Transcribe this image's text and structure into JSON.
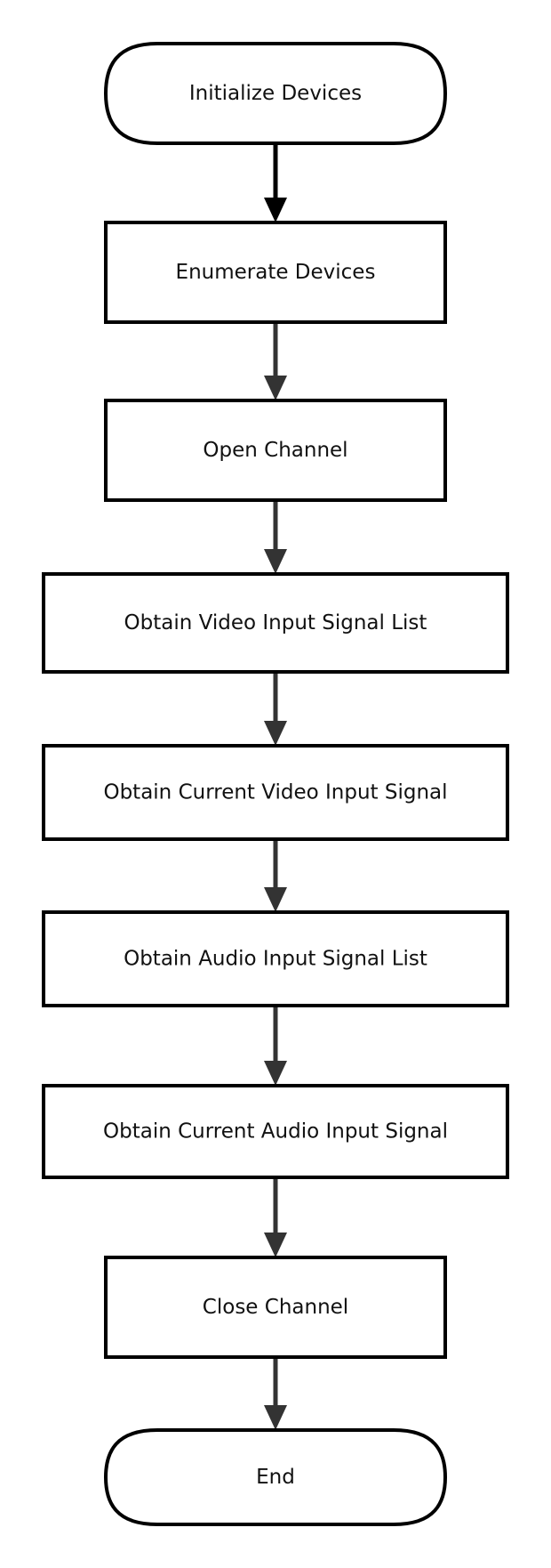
{
  "diagram": {
    "type": "flowchart",
    "direction": "top-to-bottom",
    "colors": {
      "stroke": "#000000",
      "connector": "#333333",
      "fill": "#ffffff",
      "text": "#111111"
    },
    "nodes": [
      {
        "id": "initialize-devices",
        "shape": "terminal",
        "label": "Initialize Devices"
      },
      {
        "id": "enumerate-devices",
        "shape": "process",
        "label": "Enumerate Devices"
      },
      {
        "id": "open-channel",
        "shape": "process",
        "label": "Open Channel"
      },
      {
        "id": "obtain-video-input-signal-list",
        "shape": "process",
        "label": "Obtain Video Input Signal List"
      },
      {
        "id": "obtain-current-video-input-signal",
        "shape": "process",
        "label": "Obtain Current Video Input Signal"
      },
      {
        "id": "obtain-audio-input-signal-list",
        "shape": "process",
        "label": "Obtain Audio Input Signal List"
      },
      {
        "id": "obtain-current-audio-input-signal",
        "shape": "process",
        "label": "Obtain Current Audio Input Signal"
      },
      {
        "id": "close-channel",
        "shape": "process",
        "label": "Close Channel"
      },
      {
        "id": "end",
        "shape": "terminal",
        "label": "End"
      }
    ],
    "edges": [
      {
        "from": "initialize-devices",
        "to": "enumerate-devices"
      },
      {
        "from": "enumerate-devices",
        "to": "open-channel"
      },
      {
        "from": "open-channel",
        "to": "obtain-video-input-signal-list"
      },
      {
        "from": "obtain-video-input-signal-list",
        "to": "obtain-current-video-input-signal"
      },
      {
        "from": "obtain-current-video-input-signal",
        "to": "obtain-audio-input-signal-list"
      },
      {
        "from": "obtain-audio-input-signal-list",
        "to": "obtain-current-audio-input-signal"
      },
      {
        "from": "obtain-current-audio-input-signal",
        "to": "close-channel"
      },
      {
        "from": "close-channel",
        "to": "end"
      }
    ]
  }
}
